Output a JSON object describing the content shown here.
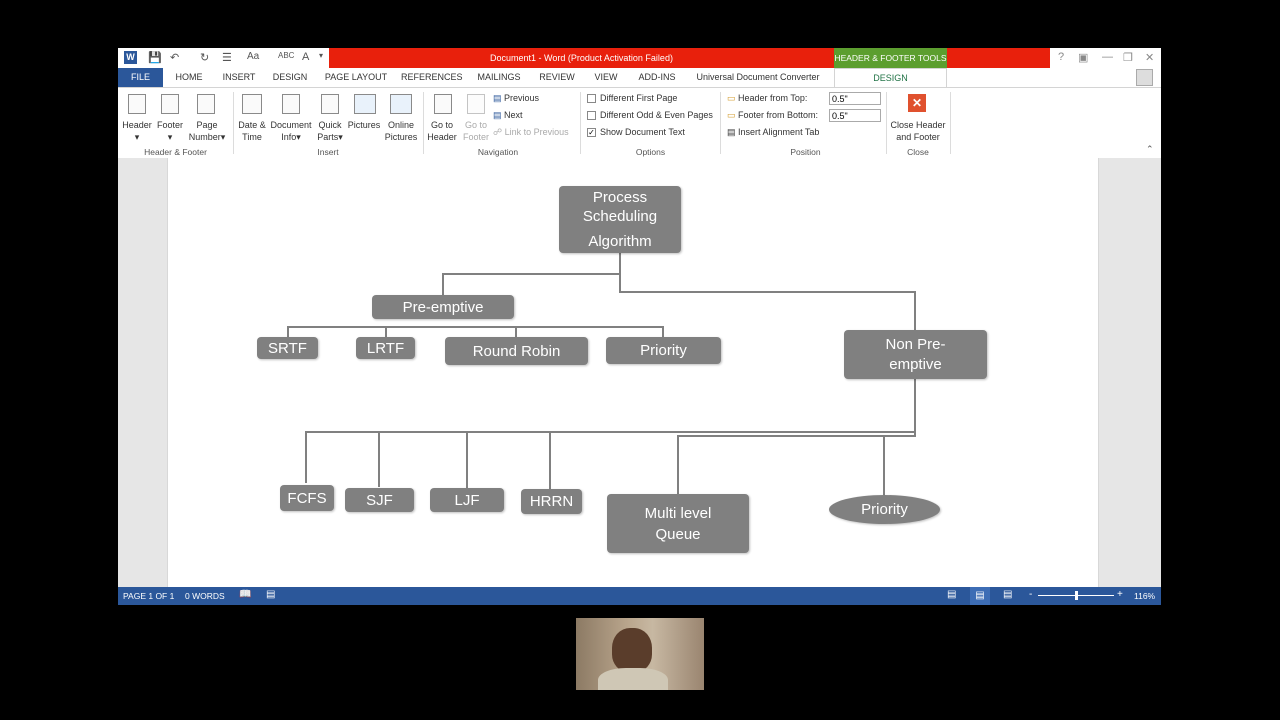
{
  "window": {
    "title": "Document1 - Word (Product Activation Failed)",
    "contextual_tab_group": "HEADER & FOOTER TOOLS",
    "help": "?"
  },
  "tabs": [
    "FILE",
    "HOME",
    "INSERT",
    "DESIGN",
    "PAGE LAYOUT",
    "REFERENCES",
    "MAILINGS",
    "REVIEW",
    "VIEW",
    "ADD-INS",
    "Universal Document Converter",
    "DESIGN"
  ],
  "ribbon": {
    "header_footer": {
      "header": "Header",
      "footer": "Footer",
      "page": "Page",
      "number": "Number",
      "group": "Header & Footer"
    },
    "insert": {
      "date": "Date &",
      "time": "Time",
      "document": "Document",
      "info": "Info",
      "quick": "Quick",
      "parts": "Parts",
      "pictures": "Pictures",
      "online": "Online",
      "online_pictures": "Pictures",
      "group": "Insert"
    },
    "navigation": {
      "goto": "Go to",
      "header": "Header",
      "goto2": "Go to",
      "footer": "Footer",
      "previous": "Previous",
      "next": "Next",
      "link": "Link to Previous",
      "group": "Navigation"
    },
    "options": {
      "first_page": "Different First Page",
      "odd_even": "Different Odd & Even Pages",
      "show_text": "Show Document Text",
      "group": "Options"
    },
    "position": {
      "header_top": "Header from Top:",
      "header_top_val": "0.5\"",
      "footer_bottom": "Footer from Bottom:",
      "footer_bottom_val": "0.5\"",
      "align_tab": "Insert Alignment Tab",
      "group": "Position"
    },
    "close": {
      "line1": "Close Header",
      "line2": "and Footer",
      "group": "Close"
    }
  },
  "diagram": {
    "root": [
      "Process",
      "Scheduling",
      "Algorithm"
    ],
    "preemptive": "Pre-emptive",
    "preemptive_children": [
      "SRTF",
      "LRTF",
      "Round Robin",
      "Priority"
    ],
    "nonpreemptive": [
      "Non Pre-",
      "emptive"
    ],
    "nonpreemptive_children": [
      "FCFS",
      "SJF",
      "LJF",
      "HRRN"
    ],
    "multilevel": [
      "Multi level",
      "Queue"
    ],
    "np_priority": "Priority"
  },
  "status": {
    "page": "PAGE 1 OF 1",
    "words": "0 WORDS",
    "zoom": "116%"
  },
  "colors": {
    "accent": "#2b579a",
    "title_red": "#e8200c",
    "contextual_green": "#5c9e2f",
    "node": "#808080"
  }
}
